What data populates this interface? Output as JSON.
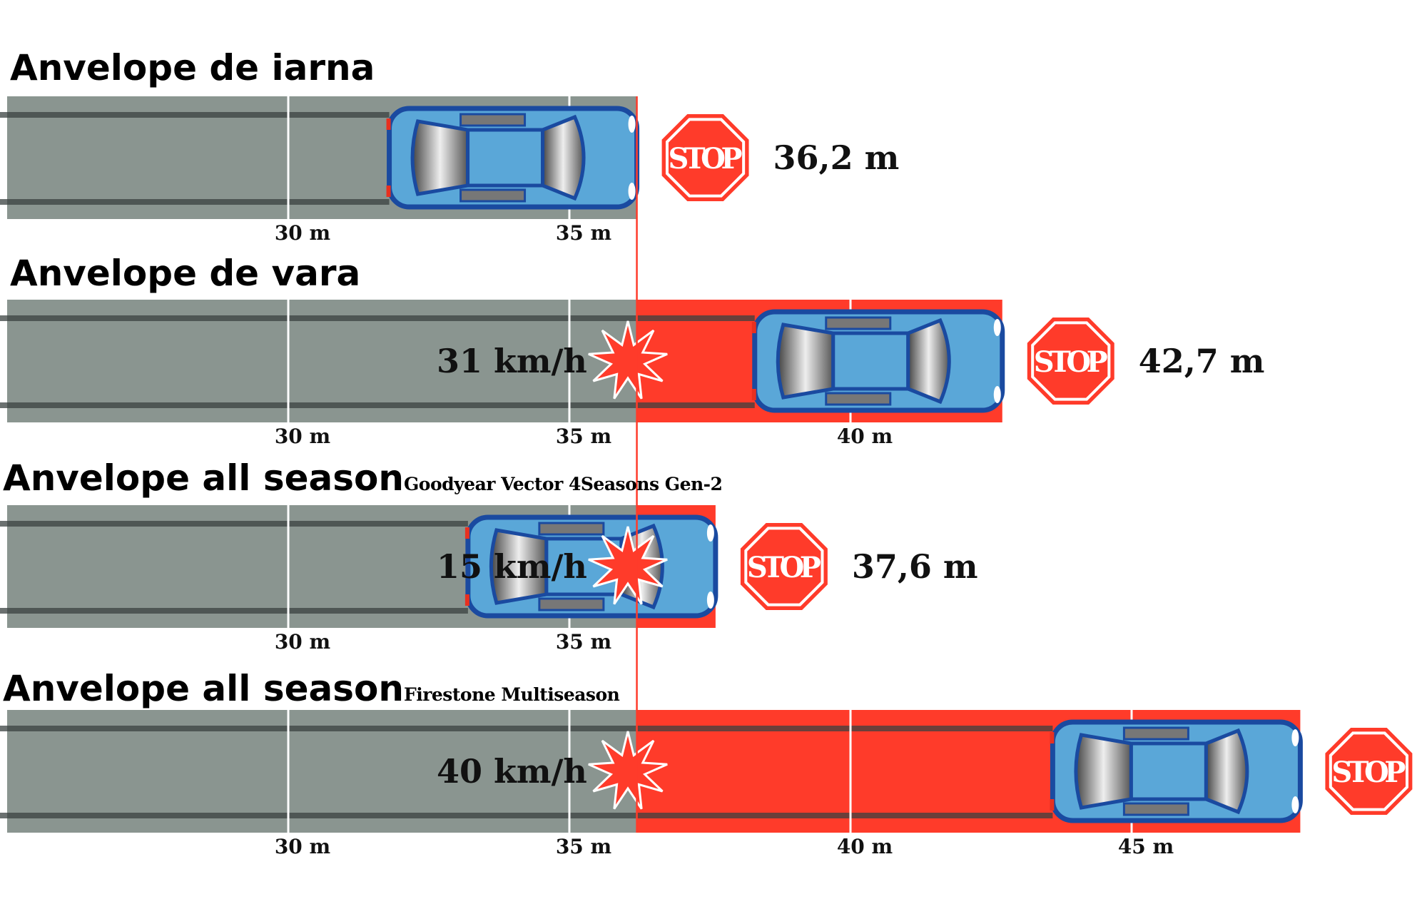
{
  "chart_data": {
    "type": "bar",
    "orientation": "horizontal",
    "unit": "m",
    "xlim": [
      25,
      48
    ],
    "reference_value": 36.2,
    "tick_labels": [
      "30 m",
      "35 m",
      "40 m",
      "45 m"
    ],
    "tick_values": [
      30,
      35,
      40,
      45
    ],
    "categories": [
      {
        "title": "Anvelope de iarna",
        "subtitle": "",
        "value": 36.2,
        "value_label": "36,2 m",
        "speed_label": "",
        "ticks": [
          30,
          35
        ]
      },
      {
        "title": "Anvelope de vara",
        "subtitle": "",
        "value": 42.7,
        "value_label": "42,7 m",
        "speed_label": "31 km/h",
        "ticks": [
          30,
          35,
          40
        ]
      },
      {
        "title": "Anvelope all season",
        "subtitle": "Goodyear Vector 4Seasons Gen-2",
        "value": 37.6,
        "value_label": "37,6 m",
        "speed_label": "15 km/h",
        "ticks": [
          30,
          35
        ]
      },
      {
        "title": "Anvelope all season",
        "subtitle": "Firestone Multiseason",
        "value": 48.0,
        "value_label": "",
        "speed_label": "40 km/h",
        "ticks": [
          30,
          35,
          40,
          45
        ]
      }
    ],
    "stop_sign_text": "STOP",
    "colors": {
      "road": "#8a9590",
      "overrun": "#ff3b2a",
      "reference_line": "#ff3b2a",
      "car": "#5aa7d8",
      "car_outline": "#1a4aa0",
      "stop_sign": "#ff3b2a"
    }
  }
}
